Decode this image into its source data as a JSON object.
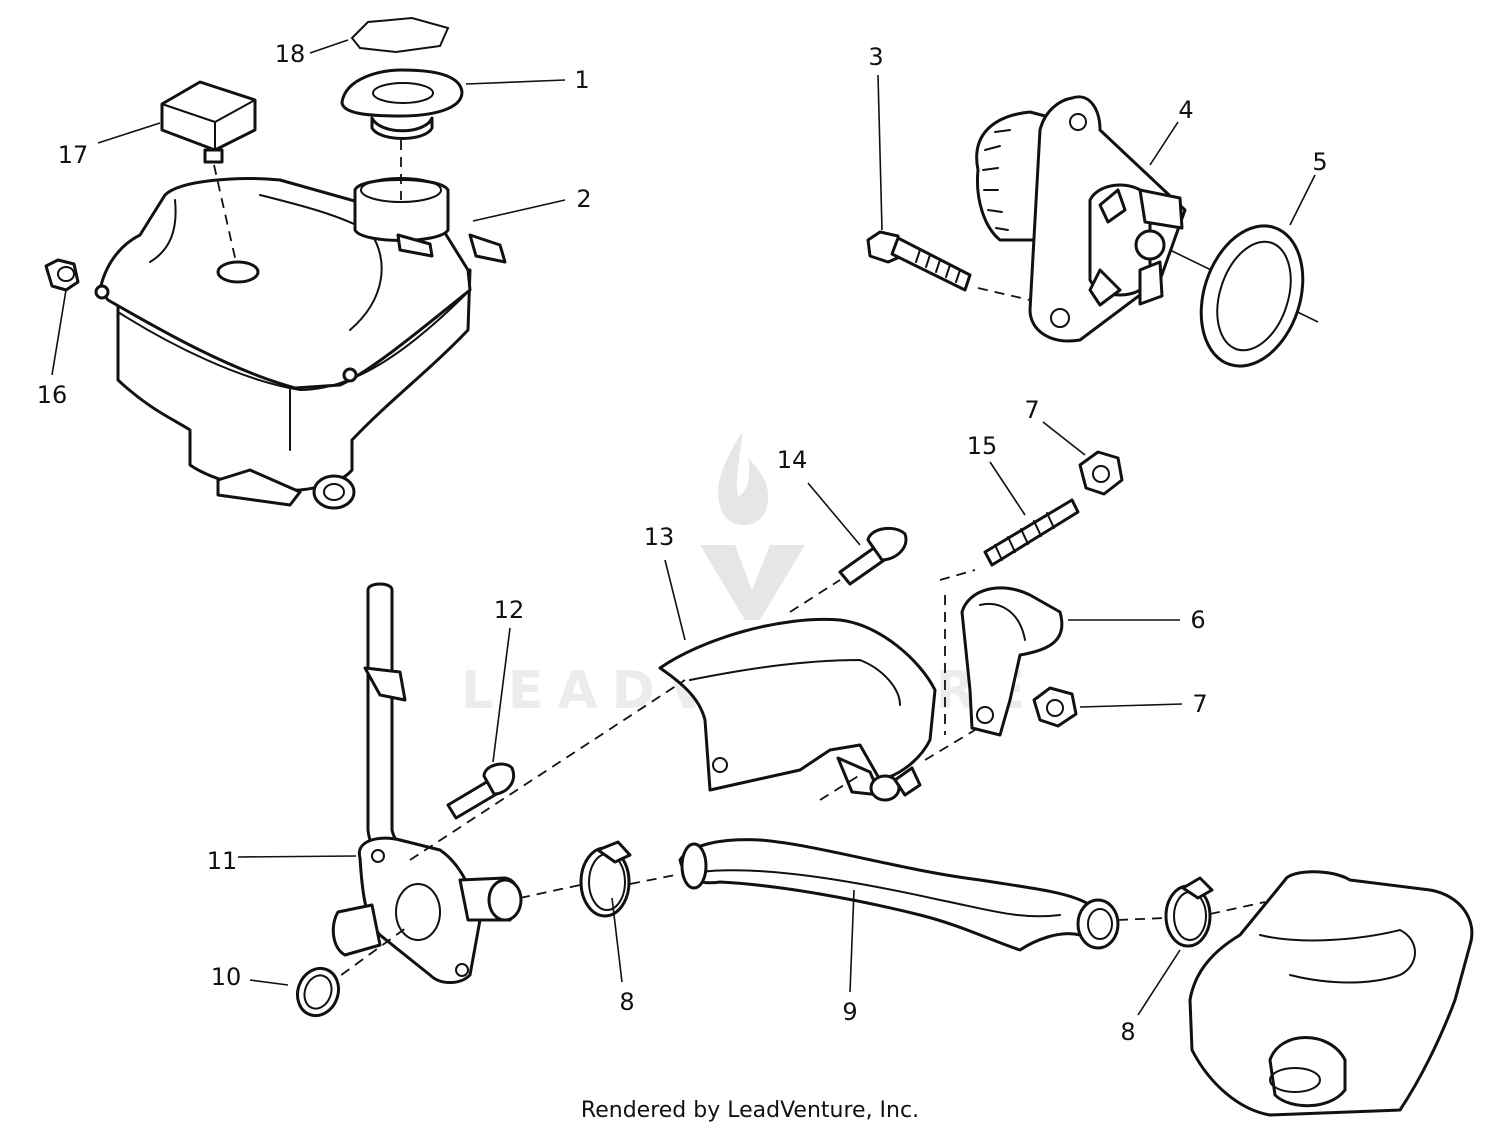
{
  "watermark": {
    "brand": "LEADVENTURE"
  },
  "footer": {
    "text": "Rendered by LeadVenture, Inc."
  },
  "callouts": {
    "c1": "1",
    "c2": "2",
    "c3": "3",
    "c4": "4",
    "c5": "5",
    "c6": "6",
    "c7a": "7",
    "c7b": "7",
    "c8a": "8",
    "c8b": "8",
    "c9": "9",
    "c10": "10",
    "c11": "11",
    "c12": "12",
    "c13": "13",
    "c14": "14",
    "c15": "15",
    "c16": "16",
    "c17": "17",
    "c18": "18"
  }
}
